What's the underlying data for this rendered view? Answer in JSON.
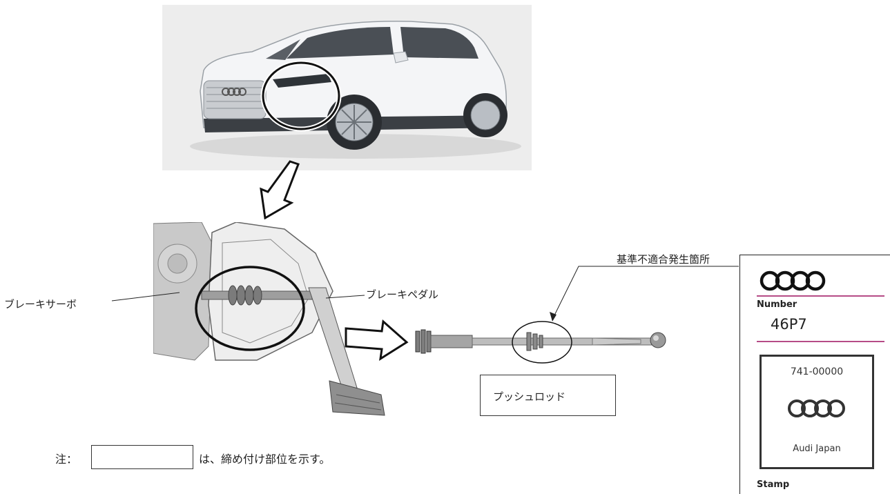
{
  "colors": {
    "accent_rule": "#b54b86",
    "highlight_circle": "#111111",
    "car_bg": "#ededed"
  },
  "callouts": {
    "brake_servo": "ブレーキサーボ",
    "brake_pedal": "ブレーキペダル",
    "defect_location": "基準不適合発生箇所",
    "push_rod": "プッシュロッド"
  },
  "note": {
    "prefix": "注：",
    "text": "は、締め付け部位を示す。"
  },
  "stamp_card": {
    "logo": "Audi rings",
    "number_label": "Number",
    "number_value": "46P7",
    "stamp_code": "741-00000",
    "stamp_name": "Audi Japan",
    "stamp_label": "Stamp"
  }
}
